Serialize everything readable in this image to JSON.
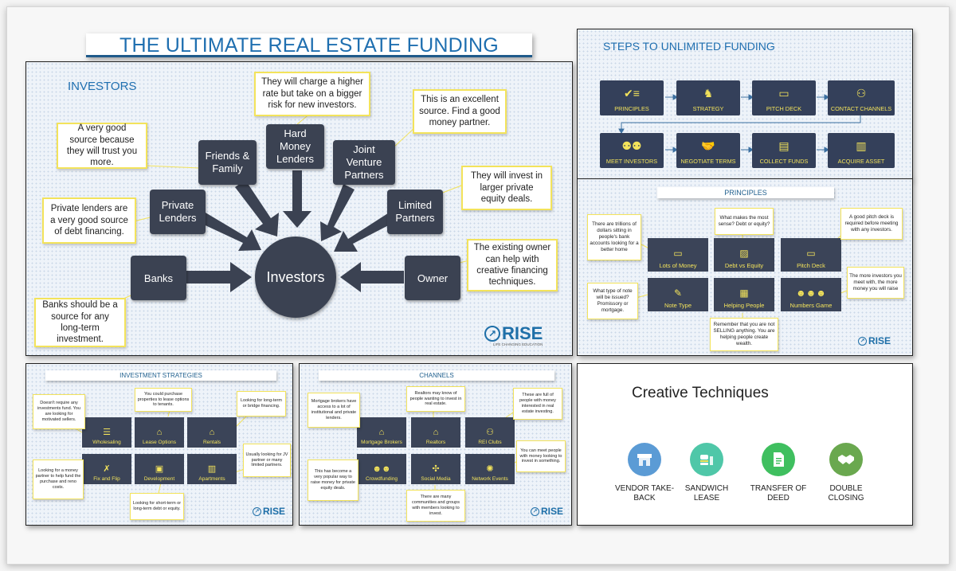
{
  "title": "THE ULTIMATE REAL ESTATE FUNDING MODEL",
  "logo": {
    "text": "RISE",
    "tagline": "LIFE CHANGING EDUCATION"
  },
  "investors": {
    "heading": "INVESTORS",
    "center": "Investors",
    "sources": {
      "banks": "Banks",
      "private_lenders": "Private Lenders",
      "friends_family": "Friends & Family",
      "hard_money": "Hard Money Lenders",
      "joint_venture": "Joint Venture Partners",
      "limited_partners": "Limited Partners",
      "owner": "Owner"
    },
    "notes": {
      "friends_family": "A very good source because they will trust you more.",
      "hard_money": "They will charge a higher rate but take on a bigger risk for new investors.",
      "joint_venture": "This is an excellent source. Find a good money partner.",
      "private_lenders": "Private lenders are a very good source of debt financing.",
      "limited_partners": "They will invest in larger private equity deals.",
      "owner": "The existing owner can help with creative financing techniques.",
      "banks": "Banks should be a source for any long-term investment."
    }
  },
  "steps": {
    "heading": "STEPS TO UNLIMITED FUNDING",
    "row1": [
      "PRINCIPLES",
      "STRATEGY",
      "PITCH DECK",
      "CONTACT CHANNELS"
    ],
    "row2": [
      "MEET INVESTORS",
      "NEGOTIATE TERMS",
      "COLLECT FUNDS",
      "ACQUIRE ASSET"
    ]
  },
  "principles": {
    "heading": "PRINCIPLES",
    "cards": [
      "Lots of Money",
      "Debt vs Equity",
      "Pitch Deck",
      "Note Type",
      "Helping People",
      "Numbers Game"
    ],
    "notes": {
      "money": "There are trillions of dollars sitting in people's bank accounts looking for a better home",
      "debt": "What makes the most sense? Debt or equity?",
      "pitch": "A good pitch deck is required before meeting with any investors.",
      "note": "What type of note will be issued? Promissory or mortgage.",
      "helping": "Remember that you are not SELLING anything. You are helping people create wealth.",
      "numbers": "The more investors you meet with, the more money you will raise"
    }
  },
  "strategies": {
    "heading": "INVESTMENT STRATEGIES",
    "cards": [
      "Wholesaling",
      "Lease Options",
      "Rentals",
      "Fix and Flip",
      "Development",
      "Apartments"
    ],
    "notes": {
      "wholesaling": "Doesn't require any investments fund. You are looking for motivated sellers.",
      "lease": "You could purchase properties to lease options to tenants.",
      "rentals": "Looking for long-term or bridge financing.",
      "fix": "Looking for a money partner to help fund the purchase and reno costs.",
      "development": "Looking for short-term or long-term debt or equity.",
      "apartments": "Usually looking for JV partner or many limited partners."
    }
  },
  "channels": {
    "heading": "CHANNELS",
    "cards": [
      "Mortgage Brokers",
      "Realtors",
      "REI Clubs",
      "Crowdfunding",
      "Social Media",
      "Network Events"
    ],
    "notes": {
      "mortgage": "Mortgage brokers have access to a lot of institutional and private lenders.",
      "realtors": "Realtors may know of people wanting to invest in real estate.",
      "rei": "These are full of people with money interested in real estate investing.",
      "crowdfunding": "This has become a very popular way to raise money for private equity deals.",
      "social": "There are many communities and groups with members looking to invest.",
      "network": "You can meet people with money looking to invest in something."
    }
  },
  "creative": {
    "heading": "Creative Techniques",
    "items": [
      {
        "label": "VENDOR TAKE-BACK",
        "color": "#5b9bd5",
        "icon": "store-icon"
      },
      {
        "label": "SANDWICH LEASE",
        "color": "#4fc7a8",
        "icon": "sandwich-icon"
      },
      {
        "label": "TRANSFER OF DEED",
        "color": "#3fbf5f",
        "icon": "document-icon"
      },
      {
        "label": "DOUBLE CLOSING",
        "color": "#6aa84f",
        "icon": "handshake-icon"
      }
    ]
  }
}
